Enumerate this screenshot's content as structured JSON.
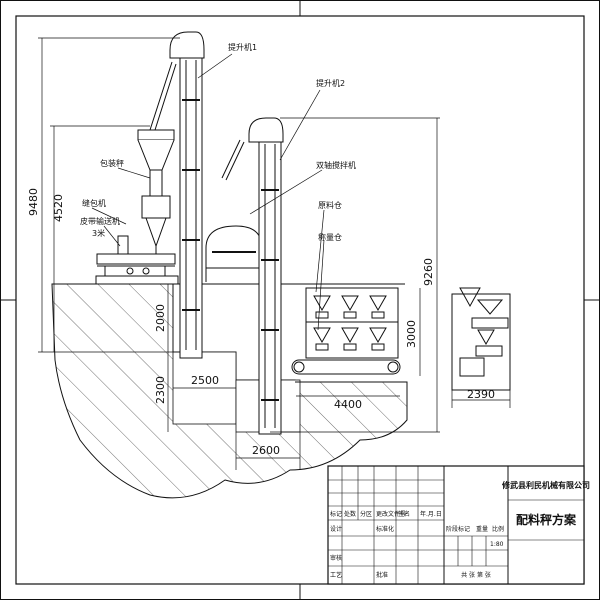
{
  "dimensions": {
    "total_height": "9480",
    "upper_height": "4520",
    "lift1_pit_depth": "2000",
    "pit_depth_2": "2300",
    "pit_width_1": "2500",
    "pit_width_2": "2600",
    "right_height": "9260",
    "bin_height": "3000",
    "conveyor_length": "4400",
    "side_view_width": "2390"
  },
  "labels": {
    "lift1": "提升机1",
    "lift2": "提升机2",
    "packing_scale": "包装秤",
    "bag_sewer": "缝包机",
    "belt_conveyor": "皮带输送机",
    "belt_length": "3米",
    "twin_shaft_mixer": "双轴搅拌机",
    "batching_bin": "原料仓",
    "weigh_hopper": "称量仓"
  },
  "title_block": {
    "company": "修武县利民机械有限公司",
    "drawing_title": "配料秤方案",
    "row_mark": "标记",
    "row_count": "处数",
    "row_zone": "分区",
    "row_change_doc": "更改文件号",
    "row_sign": "签名",
    "row_date": "年.月.日",
    "design": "设计",
    "standardize": "标准化",
    "stage_mark": "阶段标记",
    "weight": "重量",
    "scale_label": "比例",
    "scale": "1:80",
    "review": "审核",
    "process": "工艺",
    "approve": "批准",
    "sheet_info": "共  张  第  张"
  }
}
